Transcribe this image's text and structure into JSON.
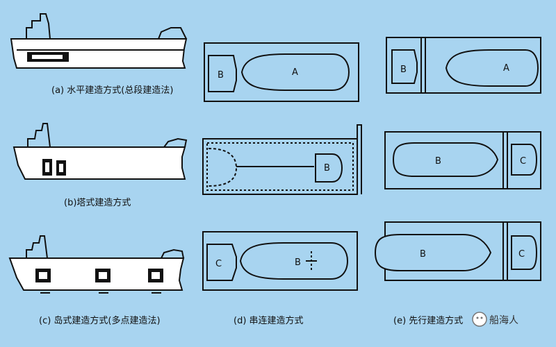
{
  "captions": {
    "a": "(a) 水平建造方式(总段建造法)",
    "b": "(b)塔式建造方式",
    "c": "(c) 岛式建造方式(多点建造法)",
    "d": "(d) 串连建造方式",
    "e": "(e) 先行建造方式"
  },
  "labels": {
    "d1_A": "A",
    "d1_B": "B",
    "d2_B": "B",
    "d3_C": "C",
    "d3_B": "B",
    "e1_B": "B",
    "e1_A": "A",
    "e2_B": "B",
    "e2_C": "C",
    "e3_B": "B",
    "e3_C": "C"
  },
  "watermark": "船海人",
  "colors": {
    "background": "#a8d4f0",
    "ink": "#111111"
  }
}
